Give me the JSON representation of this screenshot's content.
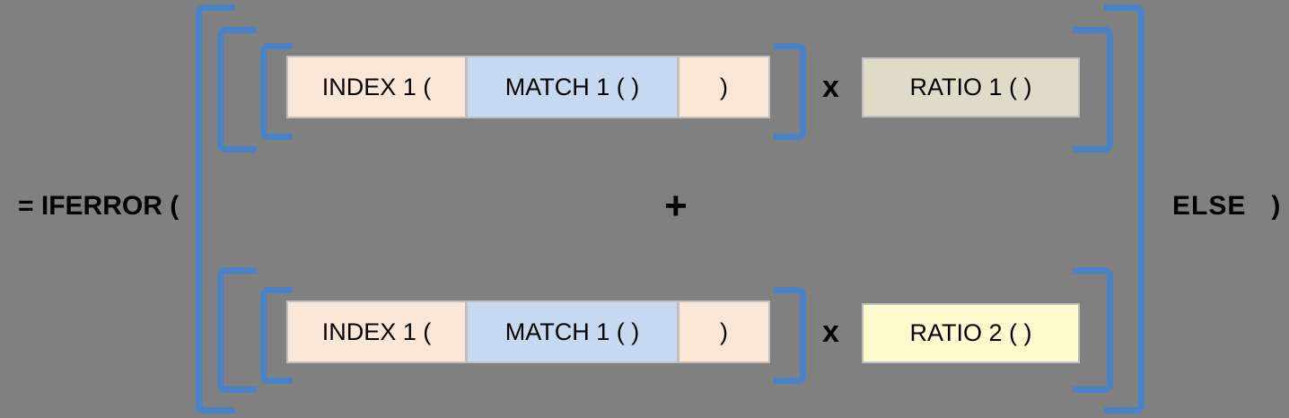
{
  "diagram": {
    "title": "Excel IFERROR formula structure diagram",
    "background_color": "#808080",
    "bracket_color": "#4a82c8",
    "text_color": "#000000",
    "prefix_label": "= IFERROR (",
    "suffix_label": "ELSE   )",
    "operators": {
      "plus": "+",
      "multiply_top": "x",
      "multiply_bottom": "x"
    },
    "rows": [
      {
        "name": "top-row",
        "boxes": [
          {
            "label": "INDEX 1 (",
            "color": "#fce6d5",
            "role": "index-open"
          },
          {
            "label": "MATCH 1 ( )",
            "color": "#c5d9f1",
            "role": "match"
          },
          {
            "label": ")",
            "color": "#fce6d5",
            "role": "index-close"
          }
        ],
        "operator": "x",
        "multiplier": {
          "label": "RATIO 1 ( )",
          "color": "#dedcc6",
          "role": "ratio"
        }
      },
      {
        "name": "bottom-row",
        "boxes": [
          {
            "label": "INDEX 1 (",
            "color": "#fce6d5",
            "role": "index-open"
          },
          {
            "label": "MATCH 1 ( )",
            "color": "#c5d9f1",
            "role": "match"
          },
          {
            "label": ")",
            "color": "#fce6d5",
            "role": "index-close"
          }
        ],
        "operator": "x",
        "multiplier": {
          "label": "RATIO 2 ( )",
          "color": "#fcfbcd",
          "role": "ratio"
        }
      }
    ]
  }
}
